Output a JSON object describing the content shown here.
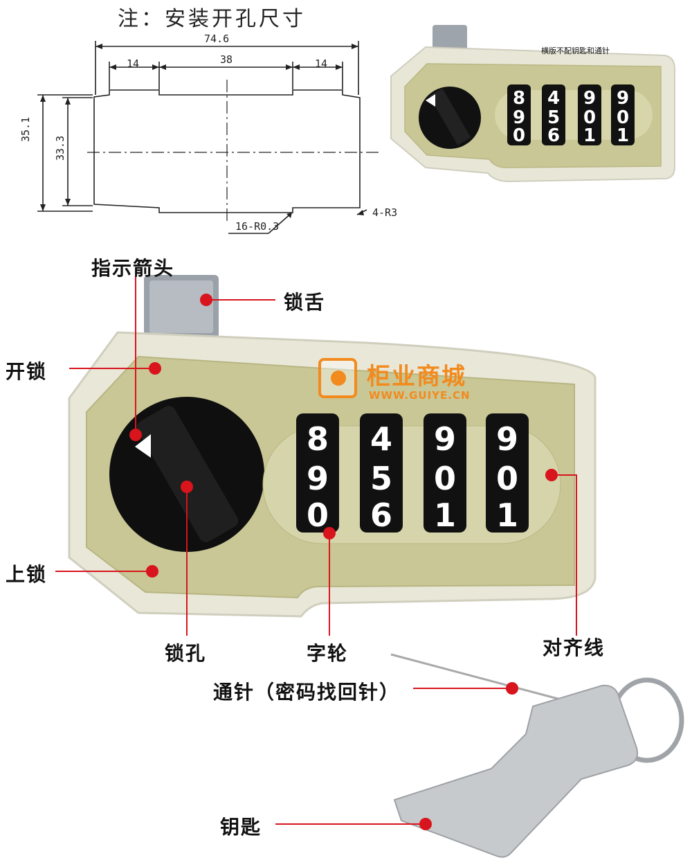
{
  "title": "注：安装开孔尺寸",
  "drawing": {
    "dim_width": "74.6",
    "dim_left": "14",
    "dim_center": "38",
    "dim_right": "14",
    "dim_h_outer": "35.1",
    "dim_h_inner": "33.3",
    "radius_a": "16-R0.3",
    "radius_b": "4-R3"
  },
  "photo_note": "横版不配钥匙和通针",
  "dials": {
    "top": [
      "8",
      "4",
      "9",
      "9"
    ],
    "middle": [
      "9",
      "5",
      "0",
      "0"
    ],
    "bottom": [
      "0",
      "6",
      "1",
      "1"
    ]
  },
  "labels": {
    "arrow": "指示箭头",
    "bolt": "锁舌",
    "unlock": "开锁",
    "lock": "上锁",
    "keyhole": "锁孔",
    "wheel": "字轮",
    "align": "对齐线",
    "pin": "通针（密码找回针）",
    "key": "钥匙"
  },
  "watermark": {
    "name": "柜业商城",
    "url": "WWW.GUIYE.CN"
  },
  "colors": {
    "body_olive": "#c9c795",
    "frame_cream": "#ecebdc",
    "marker_red": "#d8141c",
    "brand_orange": "#f28a1e"
  }
}
